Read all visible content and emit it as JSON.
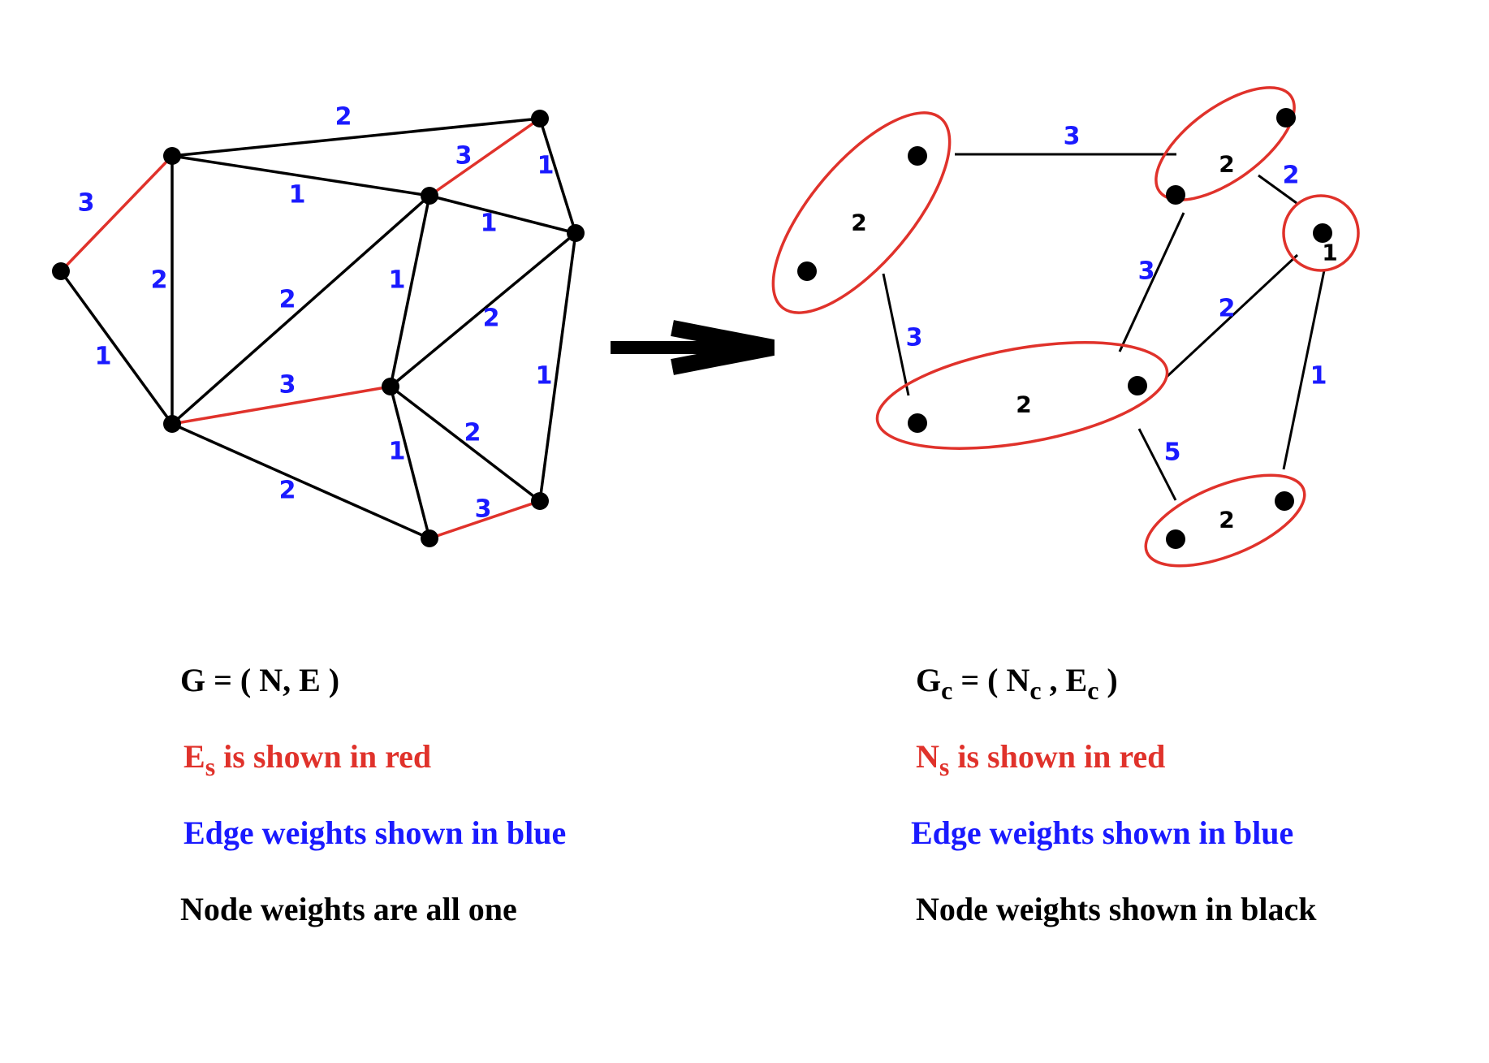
{
  "colors": {
    "edge": "#000000",
    "special": "#e0322b",
    "weight": "#1a1aff",
    "node": "#000000"
  },
  "fine_graph": {
    "nodes": [
      "v0",
      "v1",
      "v2",
      "v3",
      "v4",
      "v5",
      "v6",
      "v7",
      "v8",
      "v9"
    ],
    "edges": [
      {
        "from": "v0",
        "to": "v1",
        "weight": "3",
        "special": true
      },
      {
        "from": "v0",
        "to": "v2",
        "weight": "1",
        "special": false
      },
      {
        "from": "v1",
        "to": "v2",
        "weight": "2",
        "special": false
      },
      {
        "from": "v1",
        "to": "v3",
        "weight": "2",
        "special": false
      },
      {
        "from": "v1",
        "to": "v4",
        "weight": "1",
        "special": false
      },
      {
        "from": "v3",
        "to": "v4",
        "weight": "3",
        "special": true
      },
      {
        "from": "v3",
        "to": "v5",
        "weight": "1",
        "special": false
      },
      {
        "from": "v4",
        "to": "v5",
        "weight": "1",
        "special": false
      },
      {
        "from": "v2",
        "to": "v4",
        "weight": "2",
        "special": false
      },
      {
        "from": "v4",
        "to": "v6",
        "weight": "1",
        "special": false
      },
      {
        "from": "v5",
        "to": "v6",
        "weight": "2",
        "special": false
      },
      {
        "from": "v2",
        "to": "v6",
        "weight": "3",
        "special": true
      },
      {
        "from": "v5",
        "to": "v9",
        "weight": "1",
        "special": false
      },
      {
        "from": "v6",
        "to": "v8",
        "weight": "1",
        "special": false
      },
      {
        "from": "v6",
        "to": "v9",
        "weight": "2",
        "special": false
      },
      {
        "from": "v2",
        "to": "v8",
        "weight": "2",
        "special": false
      },
      {
        "from": "v8",
        "to": "v9",
        "weight": "3",
        "special": true
      }
    ]
  },
  "coarse_graph": {
    "groups": [
      {
        "id": "A",
        "weight": "2"
      },
      {
        "id": "B",
        "weight": "2"
      },
      {
        "id": "C",
        "weight": "1"
      },
      {
        "id": "D",
        "weight": "2"
      },
      {
        "id": "E",
        "weight": "2"
      }
    ],
    "edges": [
      {
        "from": "A",
        "to": "B",
        "weight": "3"
      },
      {
        "from": "A",
        "to": "D",
        "weight": "3"
      },
      {
        "from": "B",
        "to": "C",
        "weight": "2"
      },
      {
        "from": "B",
        "to": "D",
        "weight": "3"
      },
      {
        "from": "C",
        "to": "D",
        "weight": "2"
      },
      {
        "from": "C",
        "to": "E",
        "weight": "1"
      },
      {
        "from": "D",
        "to": "E",
        "weight": "5"
      }
    ]
  },
  "arrow_icon": "right-arrow",
  "captions": {
    "left": {
      "formula": {
        "main": "G = ( N, E )"
      },
      "special": {
        "base": "E",
        "sub": "s",
        "rest": " is shown in red"
      },
      "edge_weights": "Edge weights shown in blue",
      "node_weights": "Node weights are all one"
    },
    "right": {
      "formula": {
        "g": "G",
        "gsub": "c",
        "mid": " = ( N",
        "nsub": "c",
        "comma": " , E",
        "esub": "c",
        "end": " )"
      },
      "special": {
        "base": "N",
        "sub": "s",
        "rest": " is shown in red"
      },
      "edge_weights": "Edge weights shown in blue",
      "node_weights": "Node weights shown in black"
    }
  }
}
